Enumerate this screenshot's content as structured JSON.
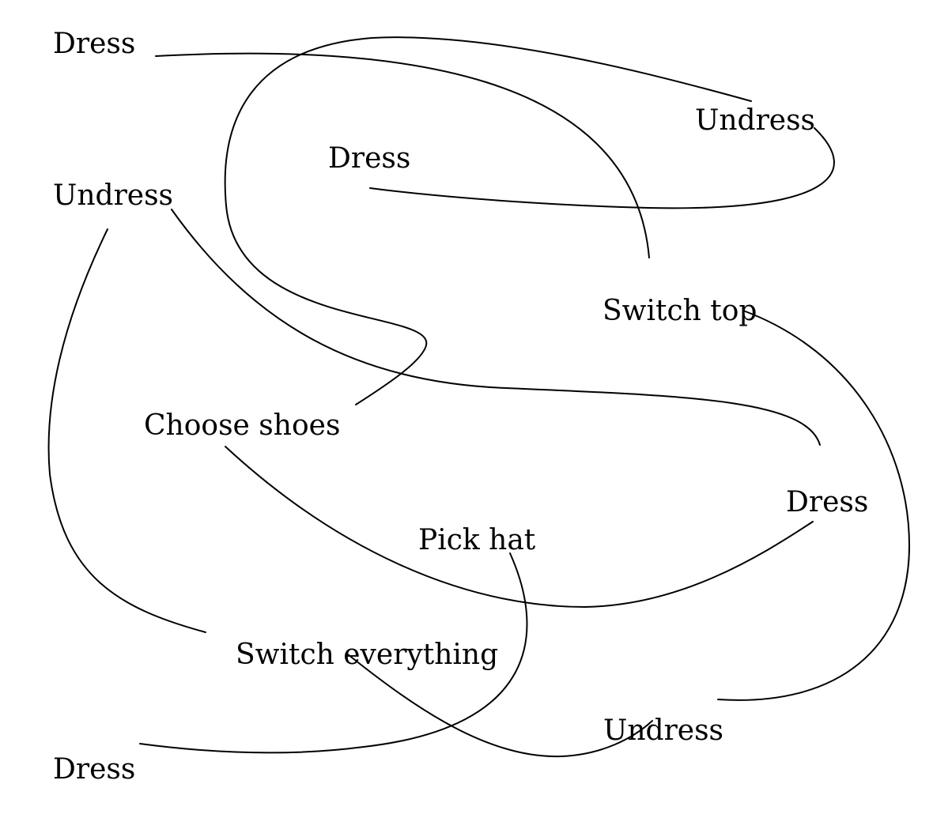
{
  "nodes": {
    "dress_top_left": "Dress",
    "undress_top_right": "Undress",
    "dress_upper_middle": "Dress",
    "undress_left": "Undress",
    "switch_top": "Switch top",
    "choose_shoes": "Choose shoes",
    "dress_right": "Dress",
    "pick_hat": "Pick hat",
    "switch_everything": "Switch everything",
    "undress_bottom_right": "Undress",
    "dress_bottom_left": "Dress"
  },
  "edges": [
    {
      "from": "dress_top_left",
      "to": "switch_top"
    },
    {
      "from": "undress_top_right",
      "to": "dress_upper_middle"
    },
    {
      "from": "undress_top_right",
      "to": "choose_shoes"
    },
    {
      "from": "undress_left",
      "to": "dress_right"
    },
    {
      "from": "undress_left",
      "to": "switch_everything"
    },
    {
      "from": "choose_shoes",
      "to": "dress_right"
    },
    {
      "from": "switch_top",
      "to": "undress_bottom_right"
    },
    {
      "from": "pick_hat",
      "to": "dress_bottom_left"
    },
    {
      "from": "switch_everything",
      "to": "undress_bottom_right"
    }
  ],
  "style": {
    "line_color": "#000000",
    "text_color": "#000000",
    "background": "#ffffff"
  }
}
